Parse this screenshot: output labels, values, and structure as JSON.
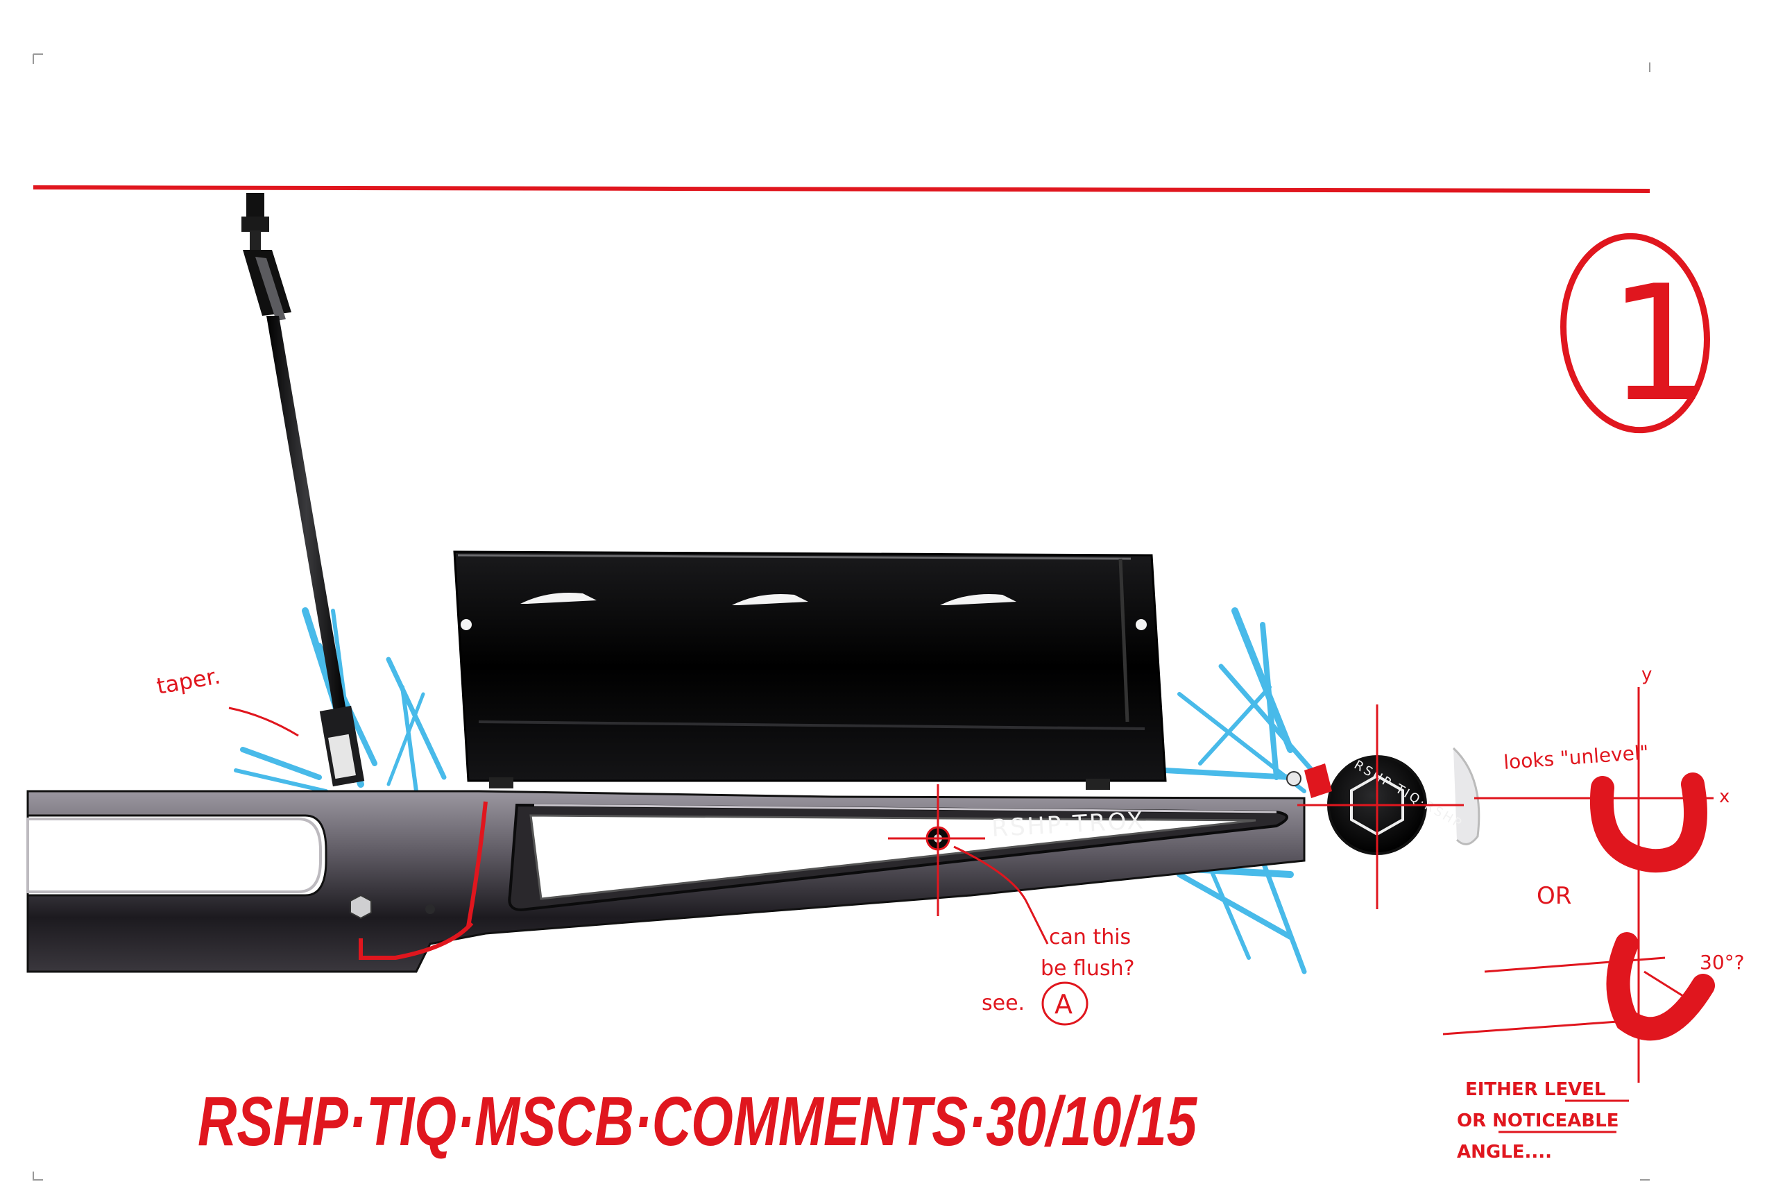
{
  "sheet_number": "1",
  "annotations": {
    "taper": "taper.",
    "flush_line1": "can this",
    "flush_line2": "be flush?",
    "see": "see.",
    "see_ref": "A",
    "looks_unlevel": "looks \"unlevel\"",
    "or": "OR",
    "angle_30": "30°?",
    "axis_y": "y",
    "axis_x": "x",
    "either_line1": "EITHER LEVEL",
    "either_line2": "OR NOTICEABLE",
    "either_line3": "ANGLE....",
    "either_level": "LEVEL",
    "either_noticeable": "NOTICEABLE"
  },
  "arm_label": "RSHP·TROX",
  "hub_label": "RSHP·TIQ·RSHP",
  "footer_title": "RSHP·TIQ·MSCB·COMMENTS·30/10/15",
  "colors": {
    "markup_red": "#e0161e",
    "highlight_blue": "#29aee6",
    "tray_black": "#050505",
    "arm_grey": "#6f6b72"
  }
}
